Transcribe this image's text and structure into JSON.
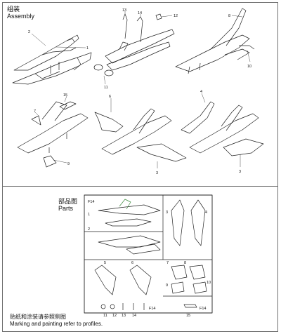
{
  "assembly": {
    "title_zh": "组装",
    "title_en": "Assembly"
  },
  "parts": {
    "title_zh": "部品图",
    "title_en": "Parts",
    "sprue_label": "F14"
  },
  "footer": {
    "line_zh": "贴纸和涂装请参照侧图",
    "line_en": "Marking and painting refer to profiles."
  },
  "callouts": {
    "c1": "1",
    "c2": "2",
    "c8": "8",
    "c10": "10",
    "c11": "11",
    "c12": "12",
    "c13": "13",
    "c14": "14",
    "c15": "15",
    "c7": "7",
    "c9": "9",
    "c6": "6",
    "c3a": "3",
    "c4": "4",
    "c3b": "3"
  },
  "gates": {
    "g1": "1",
    "g2": "2",
    "g3": "3",
    "g4": "4",
    "g5": "5",
    "g6": "6",
    "g7": "7",
    "g8": "8",
    "g9": "9",
    "g10": "10",
    "g11": "11",
    "g12": "12",
    "g13": "13",
    "g14": "14",
    "g15": "15",
    "f14a": "F14",
    "f14b": "F14"
  },
  "colors": {
    "line": "#222222",
    "accent_green": "#3c8a3c",
    "border": "#6f6f6f"
  }
}
